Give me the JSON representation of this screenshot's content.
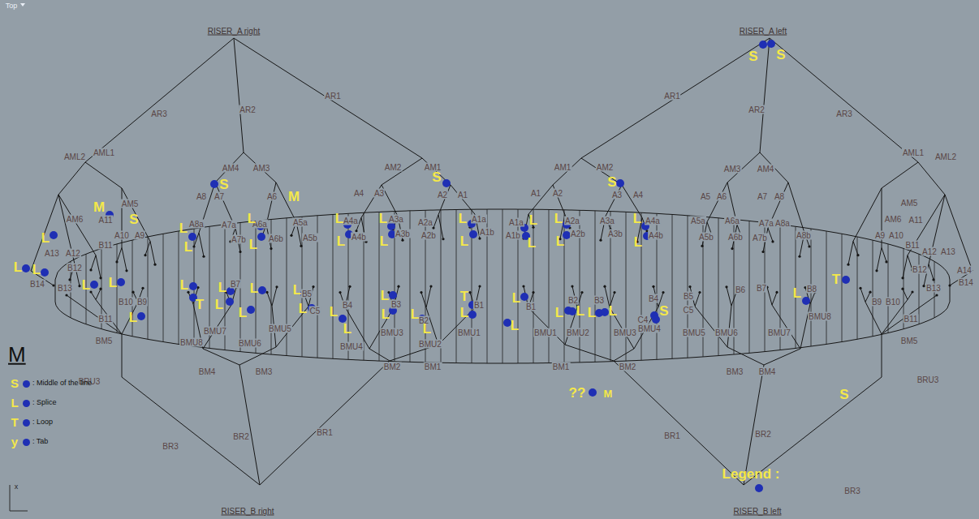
{
  "diagram": {
    "labels": [
      "Top",
      "RISER_A right",
      "RISER_A left",
      "RISER_B right",
      "RISER_B left",
      "AR3",
      "AR2",
      "AR1",
      "AML2",
      "AML1",
      "AM4",
      "AM3",
      "AM2",
      "AM1",
      "AM5",
      "AM6",
      "A11",
      "A10",
      "A9",
      "A12",
      "A13",
      "B12",
      "B13",
      "B14",
      "B11",
      "A8",
      "A7",
      "A6",
      "A4",
      "A3",
      "A2",
      "A1",
      "A8a",
      "A7a",
      "A7b",
      "A6a",
      "A6b",
      "A5a",
      "A5b",
      "A4a",
      "A4b",
      "A3a",
      "A3b",
      "A2a",
      "A2b",
      "A1a",
      "A1b",
      "B10",
      "B9",
      "B11",
      "BM5",
      "BRU3",
      "BR3",
      "BR2",
      "BR1",
      "BM4",
      "BM3",
      "BM2",
      "BM1",
      "BMU8",
      "BMU7",
      "BMU6",
      "BMU5",
      "BMU4",
      "BMU3",
      "BMU2",
      "BMU1",
      "B7",
      "B5",
      "C5",
      "B4",
      "B3",
      "B2",
      "B1",
      "AR1",
      "AR2",
      "AR3",
      "AM1",
      "AM2",
      "AM3",
      "AM4",
      "AML1",
      "AML2",
      "AM5",
      "AM6",
      "A11",
      "A10",
      "A9",
      "A12",
      "A13",
      "A14",
      "B12",
      "B13",
      "B14",
      "B11",
      "A1",
      "A2",
      "A3",
      "A4",
      "A5",
      "A6",
      "A7",
      "A8",
      "A1a",
      "A1b",
      "A2a",
      "A2b",
      "A3a",
      "A3b",
      "A4a",
      "A4b",
      "A5a",
      "A5b",
      "A6a",
      "A6b",
      "A7a",
      "A7b",
      "A8a",
      "A8b",
      "B10",
      "B9",
      "B11",
      "BM5",
      "BRU3",
      "BR3",
      "BR2",
      "BR1",
      "BM4",
      "BM3",
      "BM2",
      "BM1",
      "BMU1",
      "BMU2",
      "BMU3",
      "BMU4",
      "BMU5",
      "BMU6",
      "BMU7",
      "BMU8",
      "B1",
      "B2",
      "B3",
      "B4",
      "B5",
      "C4",
      "C5",
      "B6",
      "B7",
      "B8",
      "S",
      "S",
      "S",
      "M",
      "S",
      "M",
      "S",
      "S",
      "L",
      "L",
      "L",
      "L",
      "L",
      "L",
      "L",
      "L",
      "L",
      "L",
      "L",
      "L",
      "L",
      "L",
      "L",
      "L",
      "L",
      "L",
      "L",
      "T",
      "L",
      "L",
      "L",
      "L",
      "L",
      "T",
      "L",
      "L",
      "L",
      "L",
      "L",
      "L",
      "L",
      "L",
      "L",
      "L",
      "L",
      "L",
      "T",
      "L",
      "L",
      "L",
      "L",
      "L",
      "L",
      "L",
      "S",
      "??",
      "M",
      "S",
      "Legend :",
      "M",
      "S",
      "L",
      "T",
      "y",
      "x"
    ],
    "legend": [
      {
        "text": ": Middle of the line",
        "color": "#1f2fb4"
      },
      {
        "text": ": Splice",
        "color": "#1f2fb4"
      },
      {
        "text": ": Loop",
        "color": "#1f2fb4"
      },
      {
        "text": ": Tab",
        "color": "#1f2fb4"
      }
    ]
  }
}
